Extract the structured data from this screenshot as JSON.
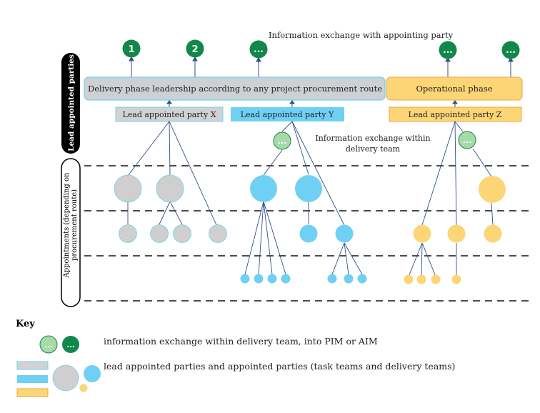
{
  "colors": {
    "green_dark": "#11884a",
    "green_light": "#a7d9a9",
    "grey": "#cfcfcf",
    "grey_box": "#d0d2d4",
    "blue": "#6fd0f3",
    "orange": "#fcd577",
    "orange_dark": "#e8a93a",
    "line": "#2f4f87"
  },
  "labels": {
    "info_exchange_appointing": "Information exchange with appointing party",
    "lead_appointed_parties": "Lead appointed parties",
    "appointments_line1": "Appointments (depending on",
    "appointments_line2": "procurement route)",
    "delivery_phase": "Delivery phase leadership according to any project procurement route",
    "operational_phase": "Operational phase",
    "lead_x": "Lead appointed party X",
    "lead_y": "Lead appointed party Y",
    "lead_z": "Lead appointed party Z",
    "info_within_line1": "Information exchange within",
    "info_within_line2": "delivery team"
  },
  "top_nodes": [
    {
      "label": "1",
      "kind": "dark"
    },
    {
      "label": "2",
      "kind": "dark"
    },
    {
      "label": "...",
      "kind": "dark"
    },
    {
      "label": "...",
      "kind": "dark"
    },
    {
      "label": "...",
      "kind": "dark"
    }
  ],
  "inner_nodes": [
    {
      "label": "..."
    },
    {
      "label": "..."
    }
  ],
  "key": {
    "title": "Key",
    "node_light": "...",
    "node_dark": "...",
    "row1": "information exchange within delivery team, into PIM or AIM",
    "row2": "lead appointed parties and appointed parties (task teams and delivery teams)"
  }
}
